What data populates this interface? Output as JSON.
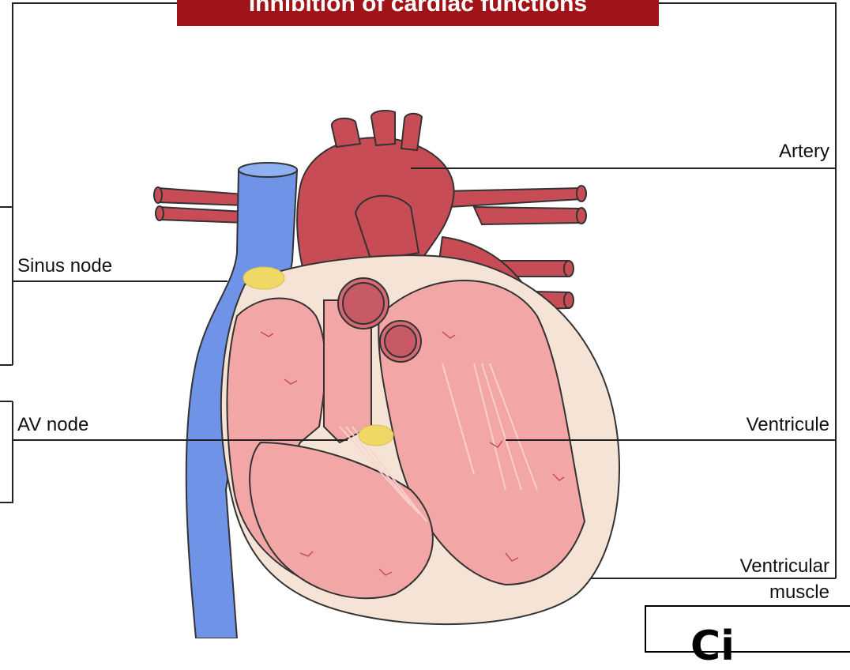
{
  "title": "Inhibition of cardiac functions",
  "labels": {
    "sinus_node": "Sinus node",
    "av_node": "AV node",
    "artery": "Artery",
    "ventricule": "Ventricule",
    "ventricular_muscle_line1": "Ventricular",
    "ventricular_muscle_line2": "muscle"
  },
  "corner_text": "Ci",
  "colors": {
    "banner": "#a01418",
    "vein": "#6f93e6",
    "artery": "#c84c56",
    "heart_inner": "#f3a6a6",
    "heart_muscle": "#f5e4d6",
    "node": "#f0d866"
  }
}
